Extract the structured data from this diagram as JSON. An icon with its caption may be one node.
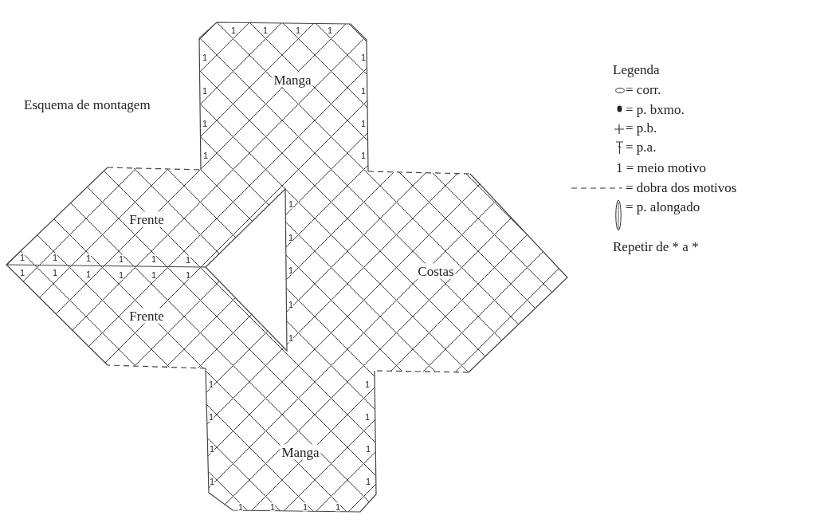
{
  "diagram": {
    "title": "Esquema de montagem",
    "labels": [
      "1",
      "1",
      "1",
      "1",
      "1",
      "1",
      "Legenda",
      "Manga",
      "1",
      "1",
      "1",
      "1",
      "1",
      "1",
      "1",
      "Frente",
      "1",
      "Repetir de * a *",
      "1",
      "1",
      "1",
      "1",
      "1",
      "1",
      "1",
      "1",
      "1",
      "1",
      "1",
      "1",
      "1",
      "Costas",
      "1",
      "Frente",
      "1",
      "1",
      "1",
      "1",
      "1",
      "1",
      "1",
      "1",
      "1",
      "Manga",
      "1",
      "1",
      "1",
      "1"
    ],
    "legend": [
      {
        "text": "= corr."
      },
      {
        "text": "= p. bxmo."
      },
      {
        "text": "= p.b."
      },
      {
        "text": "= p.a."
      },
      {
        "text": "1 = meio motivo"
      },
      {
        "text": "= dobra dos motivos"
      },
      {
        "text": "= p. alongado"
      }
    ]
  }
}
